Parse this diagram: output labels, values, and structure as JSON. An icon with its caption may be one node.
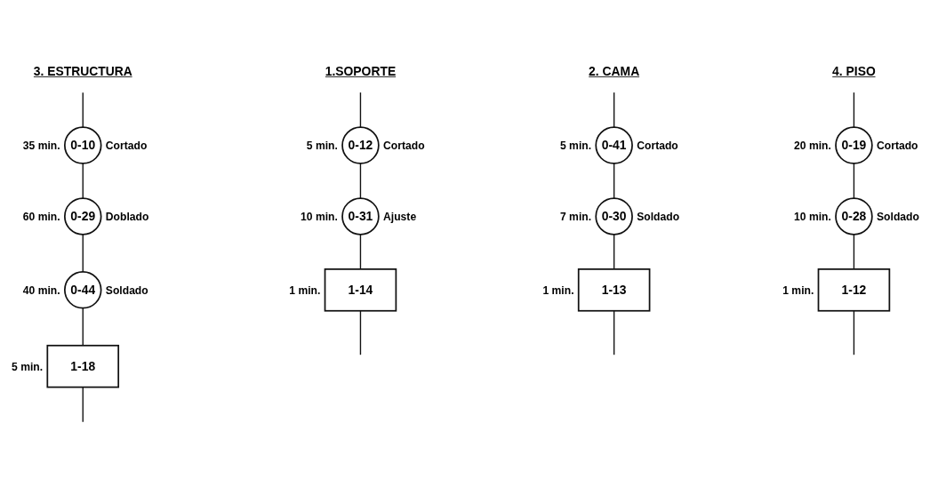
{
  "diagram": {
    "nodes": [
      {
        "text": [
          "1.SOPORTE"
        ]
      },
      {
        "text": [
          "0-12"
        ],
        "beside": [
          "5 min.",
          "Cortado"
        ]
      },
      {
        "text": [
          "0-31"
        ],
        "beside": [
          "10 min.",
          "Ajuste"
        ]
      },
      {
        "text": [
          "1-14"
        ],
        "beside": [
          "1 min."
        ]
      },
      {
        "text": [
          "2. CAMA"
        ]
      },
      {
        "text": [
          "0-41"
        ],
        "beside": [
          "5 min.",
          "Cortado"
        ]
      },
      {
        "text": [
          "0-30"
        ],
        "beside": [
          "7 min.",
          "Soldado"
        ]
      },
      {
        "text": [
          "1-13"
        ],
        "beside": [
          "1 min."
        ]
      },
      {
        "text": [
          "3. ESTRUCTURA"
        ]
      },
      {
        "text": [
          "0-10"
        ],
        "beside": [
          "35 min.",
          "Cortado"
        ]
      },
      {
        "text": [
          "0-29"
        ],
        "beside": [
          "60 min.",
          "Doblado"
        ]
      },
      {
        "text": [
          "0-44"
        ],
        "beside": [
          "40 min.",
          "Soldado"
        ]
      },
      {
        "text": [
          "1-18"
        ],
        "beside": [
          "5 min."
        ]
      },
      {
        "text": [
          "4. PISO"
        ]
      },
      {
        "text": [
          "0-19"
        ],
        "beside": [
          "20 min.",
          "Cortado"
        ]
      },
      {
        "text": [
          "0-28"
        ],
        "beside": [
          "10 min.",
          "Soldado"
        ]
      },
      {
        "text": [
          "1-12"
        ],
        "beside": [
          "1 min."
        ]
      }
    ],
    "edges": [
      {
        "from": 0,
        "to": 1,
        "arrow": "none"
      },
      {
        "from": 1,
        "to": 2,
        "arrow": "none"
      },
      {
        "from": 2,
        "to": 3,
        "arrow": "none"
      },
      {
        "from": 3,
        "to": null,
        "arrow": "none"
      },
      {
        "from": 4,
        "to": 5,
        "arrow": "none"
      },
      {
        "from": 5,
        "to": 6,
        "arrow": "none"
      },
      {
        "from": 6,
        "to": 7,
        "arrow": "none"
      },
      {
        "from": 7,
        "to": null,
        "arrow": "none"
      },
      {
        "from": 8,
        "to": 9,
        "arrow": "none"
      },
      {
        "from": 9,
        "to": 10,
        "arrow": "none"
      },
      {
        "from": 10,
        "to": 11,
        "arrow": "none"
      },
      {
        "from": 11,
        "to": 12,
        "arrow": "none"
      },
      {
        "from": 12,
        "to": null,
        "arrow": "none"
      },
      {
        "from": 13,
        "to": 14,
        "arrow": "none"
      },
      {
        "from": 14,
        "to": 15,
        "arrow": "none"
      },
      {
        "from": 15,
        "to": 16,
        "arrow": "none"
      },
      {
        "from": 16,
        "to": null,
        "arrow": "none"
      }
    ]
  }
}
